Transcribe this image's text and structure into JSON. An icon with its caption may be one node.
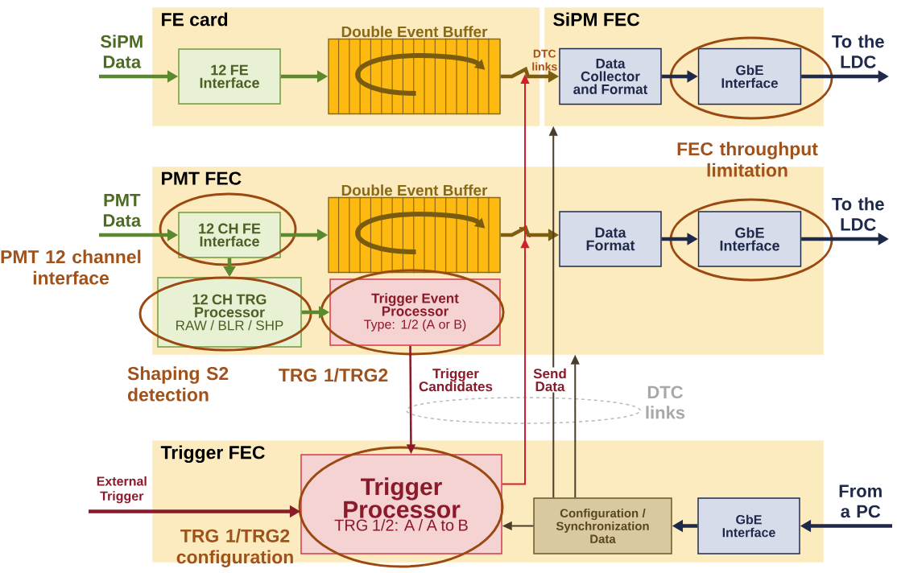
{
  "diagram": {
    "nodes": [
      {
        "text": [
          "FE card"
        ]
      },
      {
        "text": [
          "SiPM Data"
        ]
      },
      {
        "text": [
          "12 FE Interface"
        ],
        "in": 0
      },
      {
        "text": [
          "Double Event Buffer"
        ],
        "in": 0
      },
      {
        "text": [
          "SiPM FEC"
        ]
      },
      {
        "text": [
          "Data Collector and Format"
        ],
        "in": 4
      },
      {
        "text": [
          "GbE Interface"
        ],
        "in": 4
      },
      {
        "text": [
          "To the LDC"
        ]
      },
      {
        "text": [
          "PMT FEC"
        ]
      },
      {
        "text": [
          "PMT Data"
        ]
      },
      {
        "text": [
          "12 CH FE Interface"
        ],
        "in": 8
      },
      {
        "text": [
          "Double Event Buffer"
        ],
        "in": 8
      },
      {
        "text": [
          "12 CH TRG Processor",
          "RAW / BLR / SHP"
        ],
        "in": 8,
        "beside": [
          "Shaping S2 detection"
        ]
      },
      {
        "text": [
          "Trigger Event Processor",
          "Type: 1/2 (A or B)"
        ],
        "in": 8
      },
      {
        "text": [
          "Data Format"
        ],
        "in": 8
      },
      {
        "text": [
          "GbE Interface"
        ],
        "in": 8
      },
      {
        "text": [
          "To the LDC"
        ]
      },
      {
        "text": [
          "Trigger FEC"
        ]
      },
      {
        "text": [
          "External Trigger"
        ]
      },
      {
        "text": [
          "Trigger Processor",
          "TRG 1/2: A / A to B"
        ],
        "in": 17
      },
      {
        "text": [
          "Configuration / Synchronization Data"
        ],
        "in": 17
      },
      {
        "text": [
          "GbE Interface"
        ],
        "in": 17
      },
      {
        "text": [
          "From a PC"
        ]
      },
      {
        "text": [
          "DTC links"
        ]
      }
    ],
    "edges": [
      {
        "from": 1,
        "to": 2,
        "arrow": "to",
        "color": "#5b8a2e"
      },
      {
        "from": 2,
        "to": 3,
        "arrow": "to",
        "color": "#5b8a2e"
      },
      {
        "from": 3,
        "to": 5,
        "arrow": "to",
        "color": "#7d5e0e"
      },
      {
        "from": 5,
        "to": 6,
        "arrow": "to",
        "color": "#1f2a4a"
      },
      {
        "from": 6,
        "to": 7,
        "arrow": "to",
        "color": "#1f2a4a"
      },
      {
        "from": 9,
        "to": 10,
        "arrow": "to",
        "color": "#5b8a2e"
      },
      {
        "from": 10,
        "to": 11,
        "arrow": "to",
        "color": "#5b8a2e"
      },
      {
        "from": 11,
        "to": 14,
        "arrow": "to",
        "color": "#7d5e0e"
      },
      {
        "from": 14,
        "to": 15,
        "arrow": "to",
        "color": "#1f2a4a"
      },
      {
        "from": 15,
        "to": 16,
        "arrow": "to",
        "color": "#1f2a4a"
      },
      {
        "from": 10,
        "to": 12,
        "arrow": "to",
        "color": "#5b8a2e"
      },
      {
        "from": 12,
        "to": 13,
        "arrow": "to",
        "color": "#5b8a2e"
      },
      {
        "from": 13,
        "to": 19,
        "arrow": "to",
        "label": "Trigger Candidates",
        "color": "#8b1a2a"
      },
      {
        "from": 19,
        "to": 23,
        "arrow": "to",
        "label": "Send Data",
        "color": "#d02030"
      },
      {
        "from": 18,
        "to": 19,
        "arrow": "to",
        "color": "#8b1a2a"
      },
      {
        "from": 20,
        "to": 19,
        "arrow": "to",
        "color": "#4a3e2a"
      },
      {
        "from": 20,
        "to": 4,
        "arrow": "to",
        "color": "#4a3e2a"
      },
      {
        "from": 20,
        "to": 8,
        "arrow": "to",
        "color": "#4a3e2a"
      },
      {
        "from": 21,
        "to": 20,
        "arrow": "to",
        "color": "#1f2a4a"
      },
      {
        "from": 22,
        "to": 21,
        "arrow": "to",
        "color": "#1f2a4a"
      }
    ],
    "labels": [
      "FEC throughput limitation",
      "PMT 12 channel interface",
      "TRG 1/TRG2",
      "DTC links",
      "TRG 1/TRG2 configuration"
    ]
  }
}
